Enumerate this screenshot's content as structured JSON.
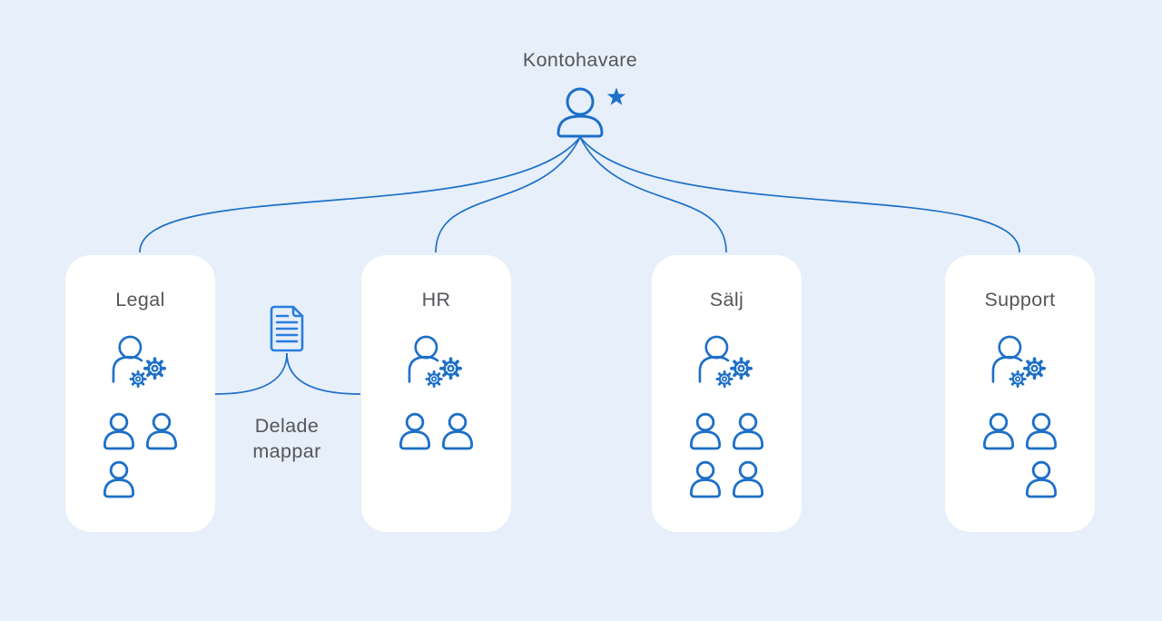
{
  "diagram": {
    "background_color": "#e6effa",
    "accent_color": "#1d6fc8",
    "text_color": "#55565a",
    "root": {
      "label": "Kontohavare",
      "icon": "account-owner-person-with-star"
    },
    "shared_folders": {
      "label": "Delade\nmappar",
      "icon": "document-icon"
    },
    "departments": [
      {
        "label": "Legal",
        "admins": 1,
        "users": 3,
        "last_user_column": null
      },
      {
        "label": "HR",
        "admins": 1,
        "users": 2,
        "last_user_column": null
      },
      {
        "label": "Sälj",
        "admins": 1,
        "users": 4,
        "last_user_column": null
      },
      {
        "label": "Support",
        "admins": 1,
        "users": 3,
        "last_user_column": 2
      }
    ]
  }
}
